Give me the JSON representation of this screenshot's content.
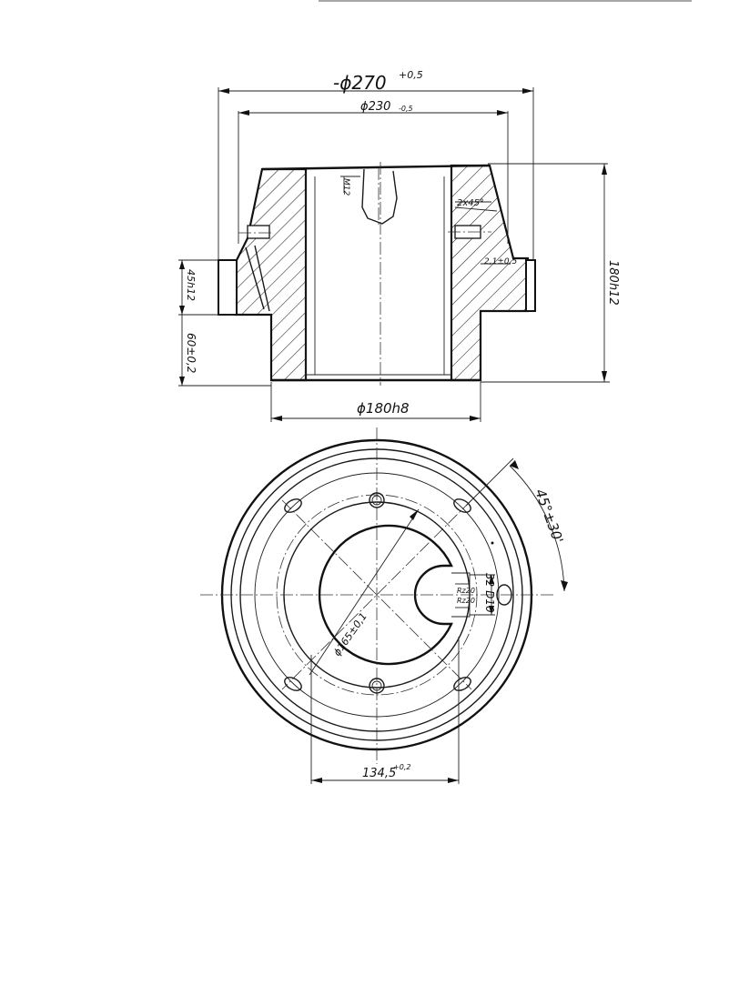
{
  "section_view": {
    "dim_outer_diameter": "-ϕ270",
    "dim_outer_tol": "+0,5",
    "dim_top_diameter": "ϕ230",
    "dim_top_tol": "-0,5",
    "dim_bore": "ϕ180h8",
    "dim_height": "180h12",
    "dim_flange": "45h12",
    "dim_base": "60±0,2",
    "dim_chamfer": "2x45°",
    "dim_thread": "M12",
    "dim_small": "2,1±0,5"
  },
  "plan_view": {
    "dim_angle": "45°±30'",
    "dim_keyway": "32 D10",
    "dim_pcd": "ϕ165±0,1",
    "dim_width": "134,5",
    "dim_width_tol": "+0,2",
    "rough_1": "Rz20",
    "rough_2": "Rz20"
  }
}
